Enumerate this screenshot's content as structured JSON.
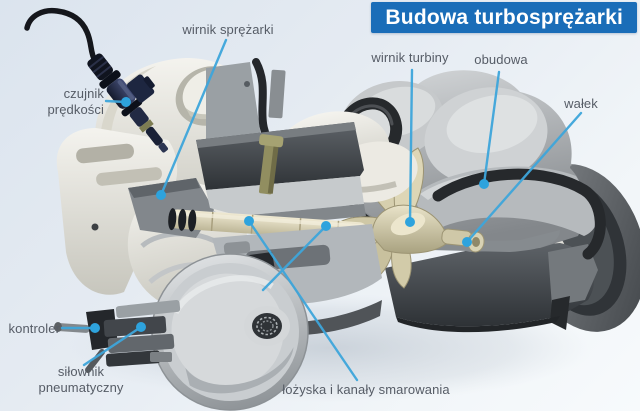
{
  "header": {
    "title": "Budowa turbosprężarki"
  },
  "colors": {
    "title_bg": "#1a6db8",
    "title_text": "#ffffff",
    "leader_line": "#3ea6db",
    "callout_dot": "#2ea3dd",
    "label_text": "#565c66"
  },
  "callouts": {
    "compressor_wheel": {
      "label": "wirnik sprężarki"
    },
    "speed_sensor": {
      "label": "czujnik prędkości"
    },
    "turbine_wheel": {
      "label": "wirnik turbiny"
    },
    "housing": {
      "label": "obudowa"
    },
    "shaft": {
      "label": "wałek"
    },
    "controller": {
      "label": "kontroler"
    },
    "pneumatic_actuator": {
      "label": "siłownik pneumatyczny"
    },
    "bearings_and_oil_channels": {
      "label": "łożyska i kanały smarowania"
    }
  }
}
